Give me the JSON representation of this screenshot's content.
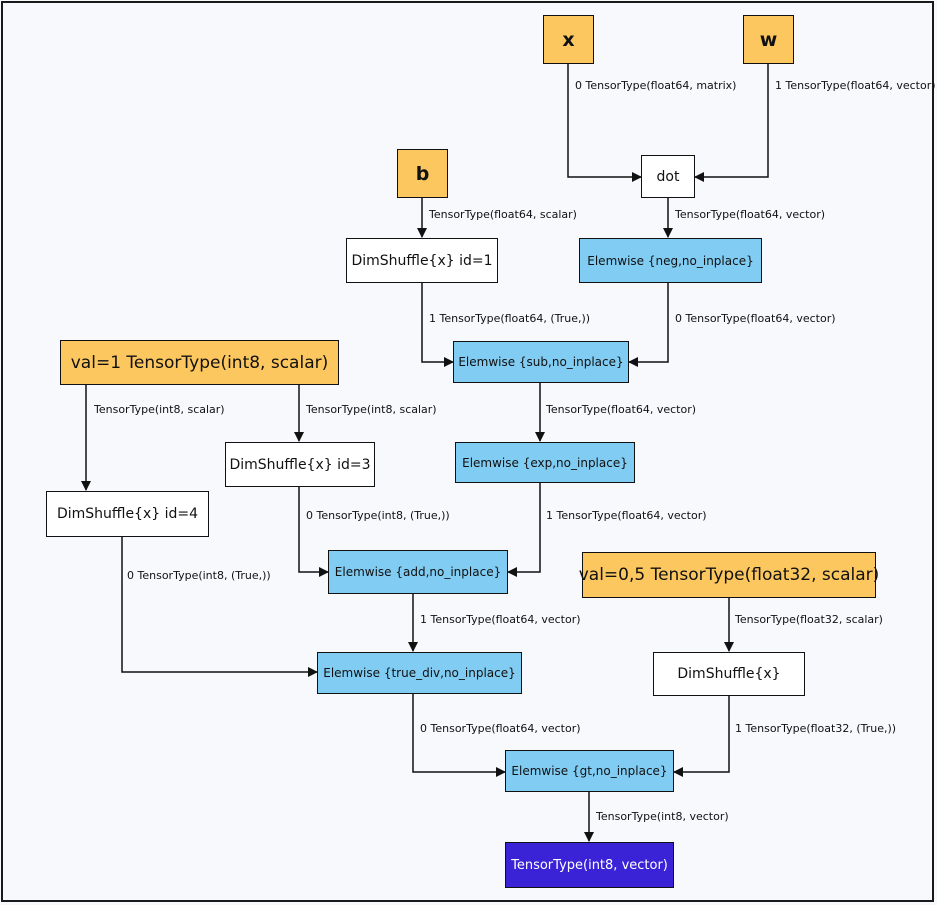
{
  "colors": {
    "input_fill": "#fcc75e",
    "apply_fill": "#ffffff",
    "elemwise_fill": "#80ccf2",
    "output_fill": "#3a23d6",
    "edge": "#111111",
    "background": "#f7f9fd"
  },
  "nodes": {
    "x": "x",
    "w": "w",
    "b": "b",
    "dot": "dot",
    "dimshuffle_1": "DimShuffle{x} id=1",
    "neg": "Elemwise {neg,no_inplace}",
    "sub": "Elemwise {sub,no_inplace}",
    "const_1": "val=1 TensorType(int8, scalar)",
    "dimshuffle_3": "DimShuffle{x} id=3",
    "exp": "Elemwise {exp,no_inplace}",
    "dimshuffle_4": "DimShuffle{x} id=4",
    "add": "Elemwise {add,no_inplace}",
    "const_05": "val=0,5 TensorType(float32, scalar)",
    "true_div": "Elemwise {true_div,no_inplace}",
    "dimshuffle_x": "DimShuffle{x}",
    "gt": "Elemwise {gt,no_inplace}",
    "output": "TensorType(int8, vector)"
  },
  "edges": {
    "x_dot": "0 TensorType(float64, matrix)",
    "w_dot": "1 TensorType(float64, vector)",
    "b_ds1": "TensorType(float64, scalar)",
    "dot_neg": "TensorType(float64, vector)",
    "ds1_sub": "1 TensorType(float64, (True,))",
    "neg_sub": "0 TensorType(float64, vector)",
    "c1_ds4": "TensorType(int8, scalar)",
    "c1_ds3": "TensorType(int8, scalar)",
    "sub_exp": "TensorType(float64, vector)",
    "ds3_add": "0 TensorType(int8, (True,))",
    "exp_add": "1 TensorType(float64, vector)",
    "ds4_div": "0 TensorType(int8, (True,))",
    "add_div": "1 TensorType(float64, vector)",
    "c05_ds": "TensorType(float32, scalar)",
    "div_gt": "0 TensorType(float64, vector)",
    "ds_gt": "1 TensorType(float32, (True,))",
    "gt_out": "TensorType(int8, vector)"
  }
}
